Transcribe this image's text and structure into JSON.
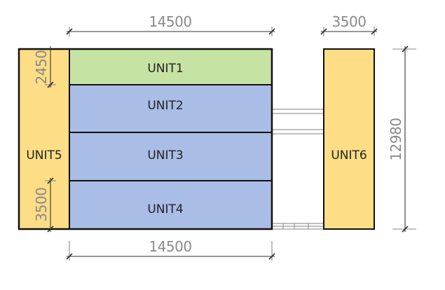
{
  "colors": {
    "unit_green": "#c6e3a4",
    "unit_blue": "#a9bde6",
    "unit_yellow": "#fddd85",
    "outline": "#111111",
    "dimension": "#8a8a8a"
  },
  "dimensions": {
    "top_main_width": "14500",
    "top_side_width": "3500",
    "bottom_main_width": "14500",
    "overall_height": "12980",
    "unit1_depth": "2450",
    "unit4_depth": "3500"
  },
  "units": {
    "unit1": "UNIT1",
    "unit2": "UNIT2",
    "unit3": "UNIT3",
    "unit4": "UNIT4",
    "unit5": "UNIT5",
    "unit6": "UNIT6"
  }
}
